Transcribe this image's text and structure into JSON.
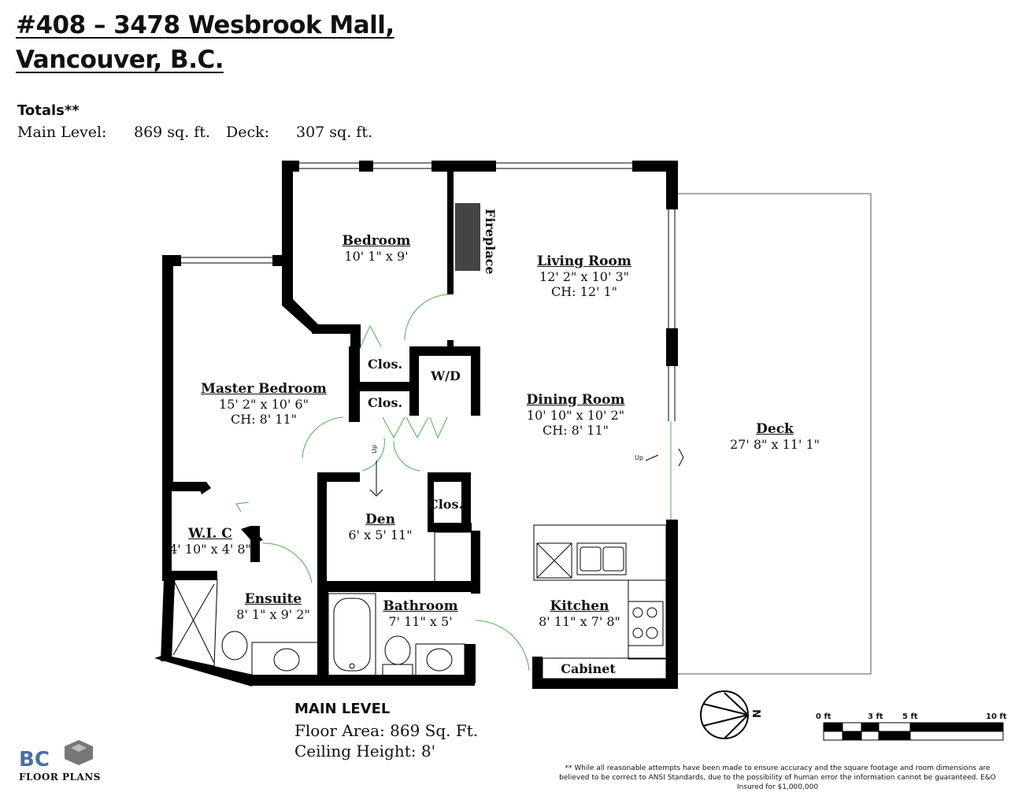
{
  "header": {
    "address_line1": "#408 – 3478 Wesbrook Mall,",
    "address_line2": "Vancouver, B.C."
  },
  "totals": {
    "heading": "Totals**",
    "main_level_label": "Main Level:",
    "main_level_value": "869 sq. ft.",
    "deck_label": "Deck:",
    "deck_value": "307 sq. ft."
  },
  "rooms": {
    "bedroom": {
      "name": "Bedroom",
      "dims": "10' 1\" x 9'"
    },
    "fireplace": "Fireplace",
    "living_room": {
      "name": "Living Room",
      "dims": "12' 2\" x 10' 3\"",
      "ceiling": "CH: 12' 1\""
    },
    "closet_1": "Clos.",
    "closet_2": "Clos.",
    "closet_3": "Clos.",
    "washer_dryer": "W/D",
    "master_bedroom": {
      "name": "Master Bedroom",
      "dims": "15' 2\" x 10' 6\"",
      "ceiling": "CH: 8' 11\""
    },
    "dining_room": {
      "name": "Dining Room",
      "dims": "10' 10\" x 10' 2\"",
      "ceiling": "CH: 8' 11\""
    },
    "deck": {
      "name": "Deck",
      "dims": "27' 8\" x 11' 1\""
    },
    "den": {
      "name": "Den",
      "dims": "6' x 5' 11\""
    },
    "wic": {
      "name": "W.I. C",
      "dims": "4' 10\" x 4' 8\""
    },
    "ensuite": {
      "name": "Ensuite",
      "dims": "8' 1\" x 9' 2\""
    },
    "bathroom": {
      "name": "Bathroom",
      "dims": "7' 11\" x 5'"
    },
    "kitchen": {
      "name": "Kitchen",
      "dims": "8' 11\" x 7' 8\""
    },
    "cabinet": "Cabinet",
    "up_1": "Up",
    "up_2": "Up"
  },
  "main_level": {
    "heading": "MAIN LEVEL",
    "floor_area": "Floor Area: 869 Sq. Ft.",
    "ceiling_height": "Ceiling Height: 8'"
  },
  "compass": {
    "north_label": "N"
  },
  "scale": {
    "labels": [
      "0 ft",
      "3 ft",
      "5 ft",
      "10 ft"
    ]
  },
  "logo": {
    "mark": "BC",
    "text": "FLOOR PLANS"
  },
  "disclaimer": "** While all reasonable attempts have been made to ensure accuracy and the square footage and room dimensions are believed to be correct to ANSI Standards, due to the possibility of human error the information cannot be guaranteed. E&O Insured for $1,000,000",
  "colors": {
    "wall": "#000000",
    "door": "#4caf50",
    "fireplace": "#444444"
  }
}
